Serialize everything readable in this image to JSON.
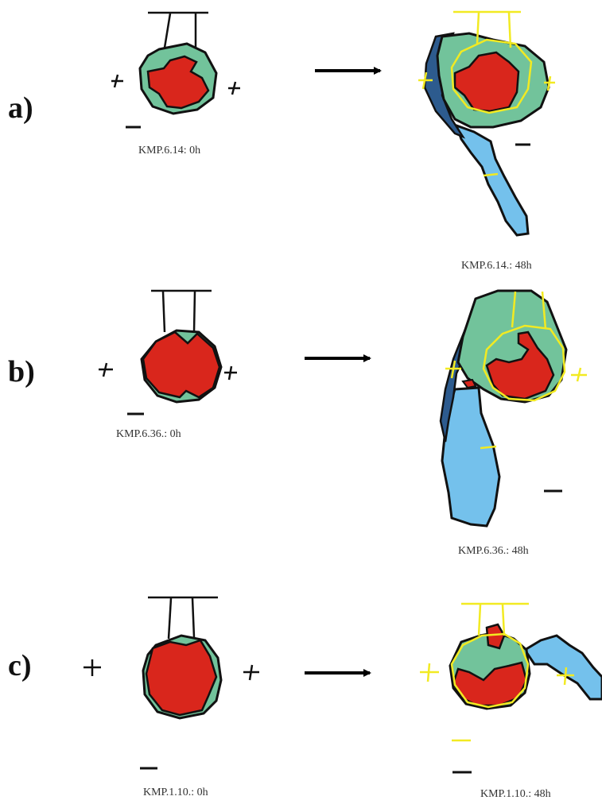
{
  "panels": [
    {
      "label": "a)",
      "before_caption": "KMP.6.14: 0h",
      "after_caption": "KMP.6.14.: 48h"
    },
    {
      "label": "b)",
      "before_caption": "KMP.6.36.: 0h",
      "after_caption": "KMP.6.36.: 48h"
    },
    {
      "label": "c)",
      "before_caption": "KMP.1.10.: 0h",
      "after_caption": "KMP.1.10.: 48h"
    }
  ],
  "signs": {
    "plus": "+",
    "minus": "−"
  },
  "colors": {
    "red_core": "#d9261c",
    "green_halo": "#72c39b",
    "light_blue": "#74c1ec",
    "dark_blue": "#2d5b8e",
    "yellow_outline": "#f2ea22",
    "outline": "#111111",
    "arrow": "#000000"
  }
}
